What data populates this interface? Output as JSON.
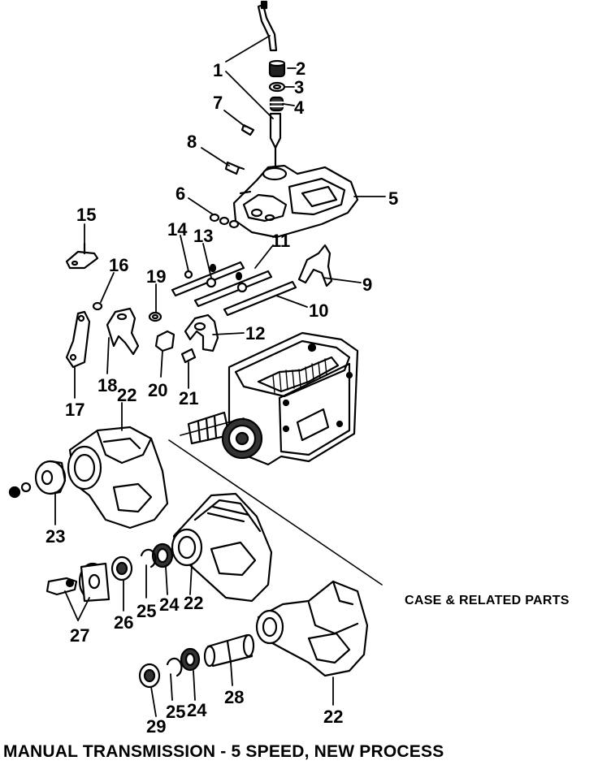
{
  "captions": {
    "group": "CASE & RELATED PARTS",
    "title": "MANUAL TRANSMISSION - 5 SPEED, NEW PROCESS"
  },
  "callouts": [
    {
      "id": "c1",
      "text": "1"
    },
    {
      "id": "c2",
      "text": "2"
    },
    {
      "id": "c3",
      "text": "3"
    },
    {
      "id": "c4",
      "text": "4"
    },
    {
      "id": "c5",
      "text": "5"
    },
    {
      "id": "c6",
      "text": "6"
    },
    {
      "id": "c7",
      "text": "7"
    },
    {
      "id": "c8",
      "text": "8"
    },
    {
      "id": "c9",
      "text": "9"
    },
    {
      "id": "c10",
      "text": "10"
    },
    {
      "id": "c11",
      "text": "11"
    },
    {
      "id": "c12",
      "text": "12"
    },
    {
      "id": "c13",
      "text": "13"
    },
    {
      "id": "c14",
      "text": "14"
    },
    {
      "id": "c15",
      "text": "15"
    },
    {
      "id": "c16",
      "text": "16"
    },
    {
      "id": "c17",
      "text": "17"
    },
    {
      "id": "c18",
      "text": "18"
    },
    {
      "id": "c19",
      "text": "19"
    },
    {
      "id": "c20",
      "text": "20"
    },
    {
      "id": "c21",
      "text": "21"
    },
    {
      "id": "c22a",
      "text": "22"
    },
    {
      "id": "c22b",
      "text": "22"
    },
    {
      "id": "c22c",
      "text": "22"
    },
    {
      "id": "c23",
      "text": "23"
    },
    {
      "id": "c24a",
      "text": "24"
    },
    {
      "id": "c24b",
      "text": "24"
    },
    {
      "id": "c25a",
      "text": "25"
    },
    {
      "id": "c25b",
      "text": "25"
    },
    {
      "id": "c26",
      "text": "26"
    },
    {
      "id": "c27",
      "text": "27"
    },
    {
      "id": "c28",
      "text": "28"
    },
    {
      "id": "c29",
      "text": "29"
    }
  ]
}
